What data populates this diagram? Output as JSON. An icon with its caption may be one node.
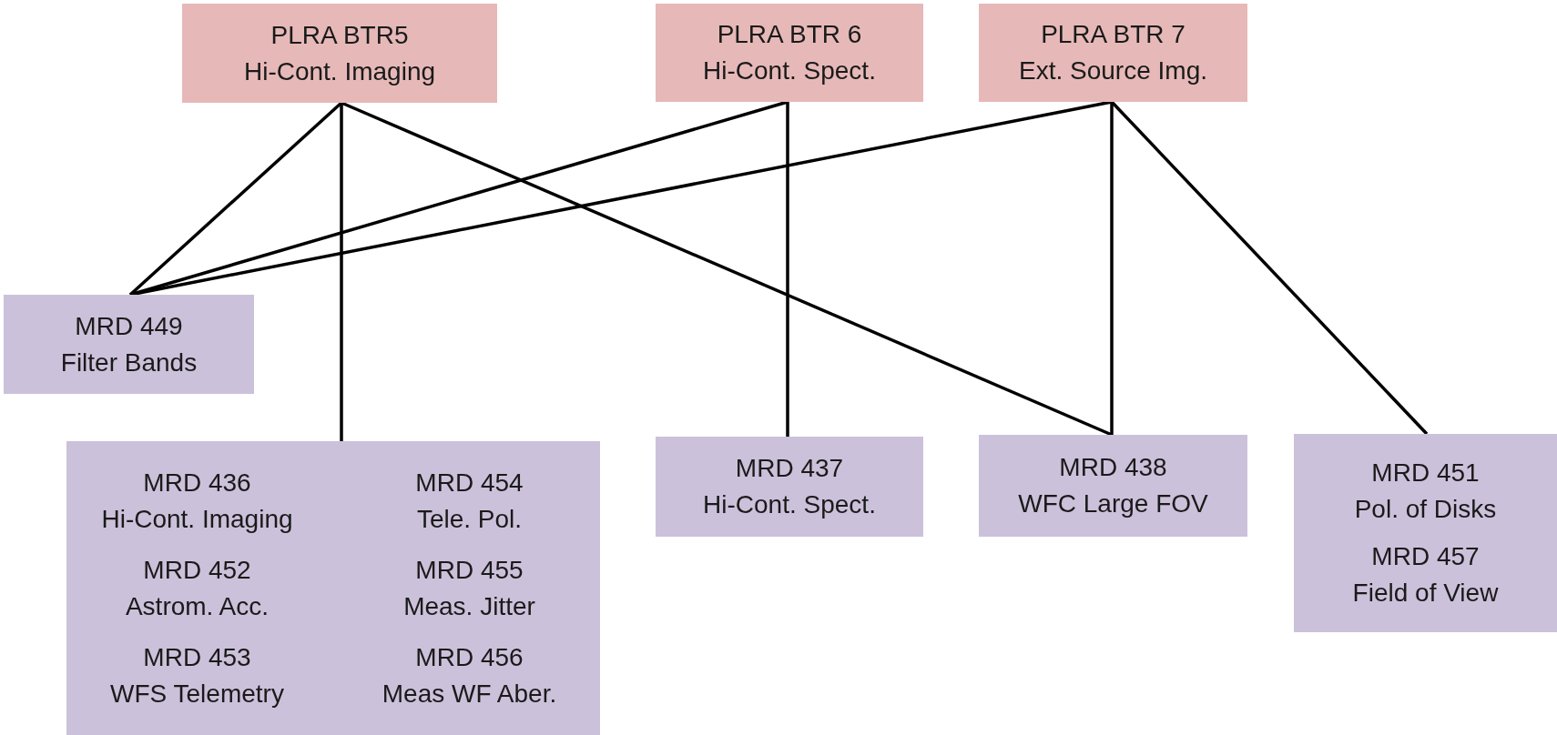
{
  "diagram": {
    "nodes": [
      {
        "text": [
          "PLRA BTR5 Hi-Cont. Imaging"
        ]
      },
      {
        "text": [
          "PLRA BTR 6 Hi-Cont. Spect."
        ]
      },
      {
        "text": [
          "PLRA BTR 7 Ext. Source Img."
        ]
      },
      {
        "text": [
          "MRD 449 Filter Bands"
        ]
      },
      {
        "text": [
          "MRD 436 Hi-Cont. Imaging",
          "MRD 454 Tele. Pol.",
          "MRD 452 Astrom. Acc.",
          "MRD 455 Meas. Jitter",
          "MRD 453 WFS Telemetry",
          "MRD 456 Meas WF Aber."
        ]
      },
      {
        "text": [
          "MRD 437 Hi-Cont. Spect."
        ]
      },
      {
        "text": [
          "MRD 438 WFC Large FOV"
        ]
      },
      {
        "text": [
          "MRD 451 Pol. of Disks",
          "MRD 457 Field of View"
        ]
      }
    ],
    "edges": [
      {
        "from": 0,
        "to": 3,
        "arrow": "none"
      },
      {
        "from": 0,
        "to": 4,
        "arrow": "none"
      },
      {
        "from": 0,
        "to": 6,
        "arrow": "none"
      },
      {
        "from": 1,
        "to": 3,
        "arrow": "none"
      },
      {
        "from": 1,
        "to": 5,
        "arrow": "none"
      },
      {
        "from": 2,
        "to": 3,
        "arrow": "none"
      },
      {
        "from": 2,
        "to": 6,
        "arrow": "none"
      },
      {
        "from": 2,
        "to": 7,
        "arrow": "none"
      }
    ]
  }
}
